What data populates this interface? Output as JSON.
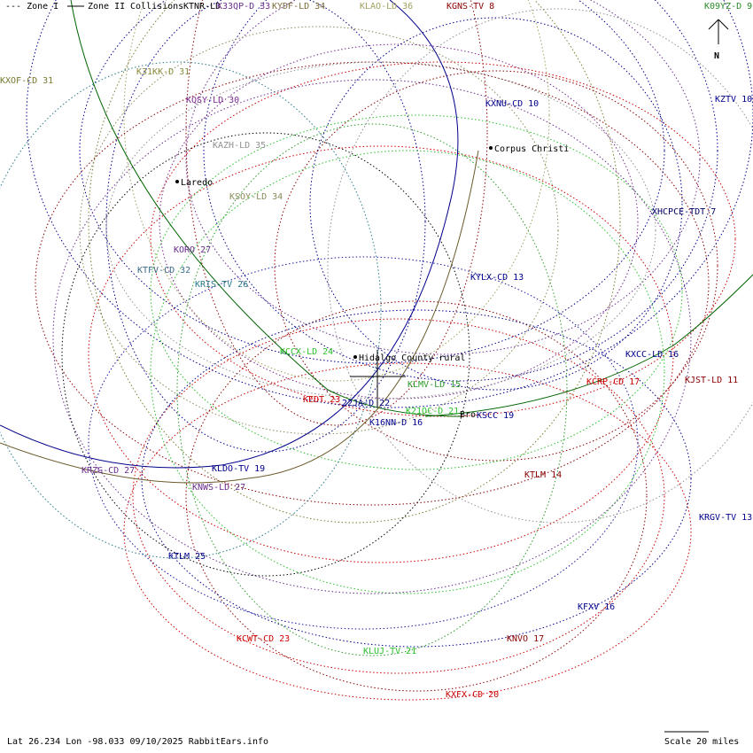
{
  "legend": {
    "zone1": "--- Zone I",
    "zone2": "Zone II",
    "collisions": "Collisions"
  },
  "north_label": "N",
  "footer": {
    "coords": "Lat 26.234 Lon -98.033 09/10/2025 RabbitEars.info",
    "scale": "Scale 20 miles"
  },
  "places": [
    {
      "name": "Laredo"
    },
    {
      "name": "Corpus Christi"
    },
    {
      "name": "Hidalgo County rural"
    },
    {
      "name": "Bro"
    }
  ],
  "stations": [
    {
      "label": "KTNR-LD",
      "color": "#000000"
    },
    {
      "label": "K33QP-D 33",
      "color": "#6a2e8e"
    },
    {
      "label": "KYDF-LD 34",
      "color": "#7a6a3a"
    },
    {
      "label": "KLAO-LD 36",
      "color": "#a0a060"
    },
    {
      "label": "KGNS-TV 8",
      "color": "#8b0000"
    },
    {
      "label": "K09YZ-D 9",
      "color": "#2a8a2a"
    },
    {
      "label": "KXOF-CD 31",
      "color": "#7a7a30"
    },
    {
      "label": "K31KK-D 31",
      "color": "#8a8a3a"
    },
    {
      "label": "KQSY-LD 30",
      "color": "#7a2a8e"
    },
    {
      "label": "KXNU-CD 10",
      "color": "#00008b"
    },
    {
      "label": "KZTV 10",
      "color": "#00008b"
    },
    {
      "label": "KAZH-LD 35",
      "color": "#909090"
    },
    {
      "label": "KSOY-LD 34",
      "color": "#8a8a5a"
    },
    {
      "label": "XHCPCE-TDT 7",
      "color": "#000066"
    },
    {
      "label": "KORO 27",
      "color": "#6a2e8e"
    },
    {
      "label": "KTFV-CD 32",
      "color": "#3a6a8a"
    },
    {
      "label": "KRIS-TV 26",
      "color": "#2a7a8a"
    },
    {
      "label": "KYLX-CD 13",
      "color": "#00008b"
    },
    {
      "label": "KCCX-LD 24",
      "color": "#2ac02a"
    },
    {
      "label": "KXCC-LD 16",
      "color": "#00008b"
    },
    {
      "label": "KLMV-LD 15",
      "color": "#2a9a2a"
    },
    {
      "label": "KCRP-CD 17",
      "color": "#cc0000"
    },
    {
      "label": "KJST-LD 11",
      "color": "#8b0000"
    },
    {
      "label": "KEDT 23",
      "color": "#cc0000"
    },
    {
      "label": "22JA-D 22",
      "color": "#000088"
    },
    {
      "label": "K21OC-D 21",
      "color": "#2ac02a"
    },
    {
      "label": "KSCC 19",
      "color": "#00008b"
    },
    {
      "label": "K16NN-D 16",
      "color": "#00008b"
    },
    {
      "label": "KRZG-CD 27",
      "color": "#6a2e8e"
    },
    {
      "label": "KLDO-TV 19",
      "color": "#00008b"
    },
    {
      "label": "KNWS-LD 27",
      "color": "#6a2e8e"
    },
    {
      "label": "KTLM 14",
      "color": "#8b0000"
    },
    {
      "label": "KRGV-TV 13",
      "color": "#00008b"
    },
    {
      "label": "KTLM 25",
      "color": "#00008b"
    },
    {
      "label": "KFXV 16",
      "color": "#00008b"
    },
    {
      "label": "KCWT-CD 23",
      "color": "#cc0000"
    },
    {
      "label": "KNVO 17",
      "color": "#8b0000"
    },
    {
      "label": "KLUJ-TV 21",
      "color": "#2ac02a"
    },
    {
      "label": "KXFX-CD 20",
      "color": "#cc0000"
    }
  ]
}
